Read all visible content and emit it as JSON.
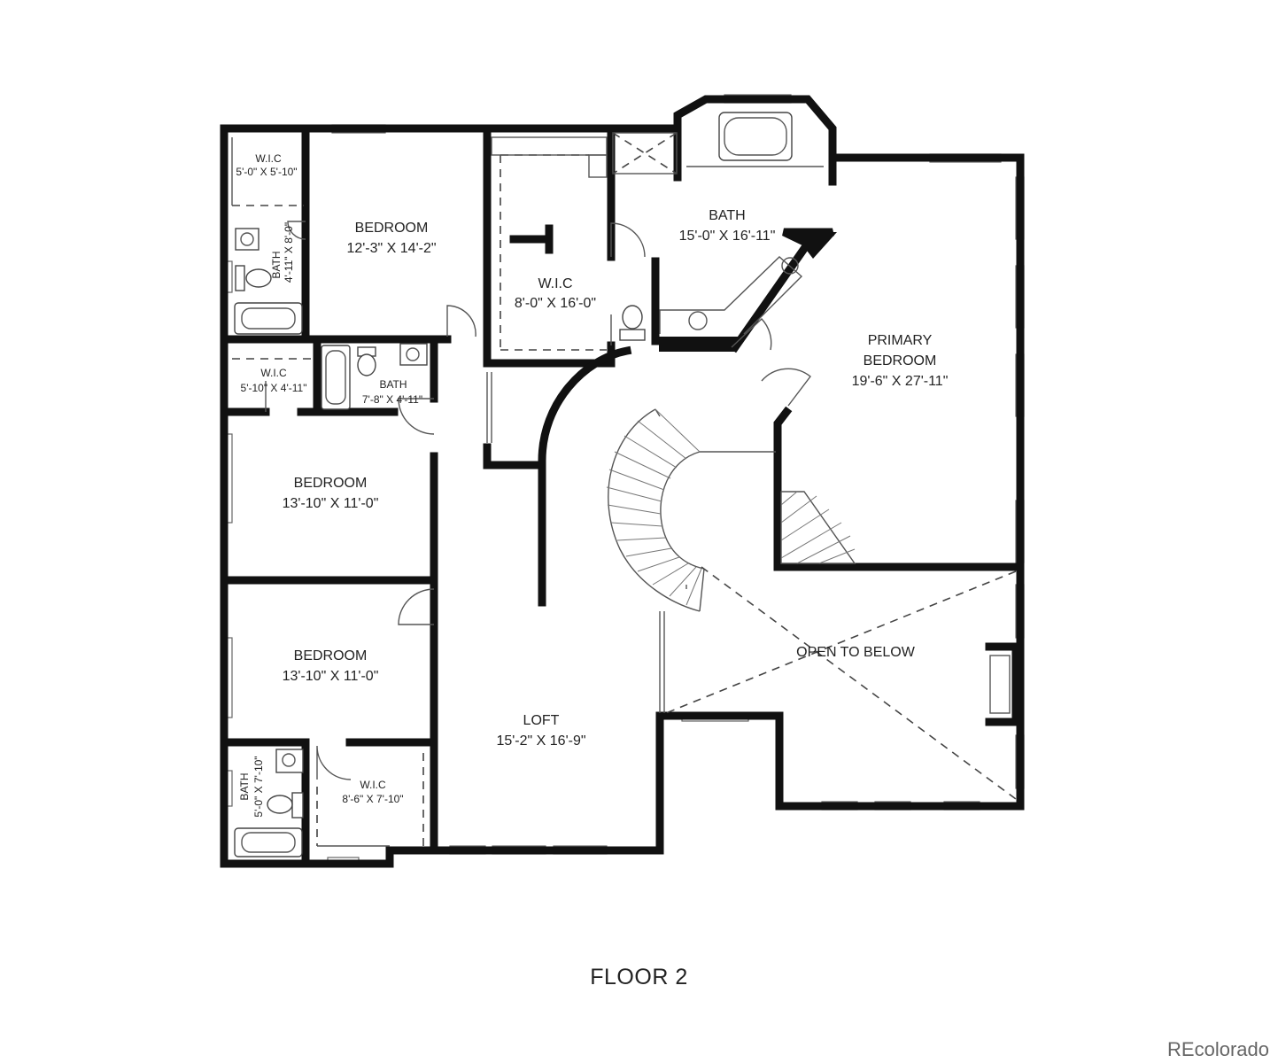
{
  "floor_label": "FLOOR 2",
  "watermark": "REcolorado",
  "rooms": {
    "bedroom_top": {
      "name": "BEDROOM",
      "size": "12'-3\" X 14'-2\""
    },
    "wic_top_left": {
      "name": "W.I.C",
      "size": "5'-0\" X 5'-10\""
    },
    "bath_top_left": {
      "name": "BATH",
      "size": "4'-11\" X 8'-0\""
    },
    "wic_center": {
      "name": "W.I.C",
      "size": "8'-0\" X 16'-0\""
    },
    "primary_bath": {
      "name": "BATH",
      "size": "15'-0\" X 16'-11\""
    },
    "primary_bedroom": {
      "name": "PRIMARY",
      "name2": "BEDROOM",
      "size": "19'-6\" X 27'-11\""
    },
    "wic_mid_left": {
      "name": "W.I.C",
      "size": "5'-10\" X 4'-11\""
    },
    "bath_mid": {
      "name": "BATH",
      "size": "7'-8\" X 4'-11\""
    },
    "bedroom_mid": {
      "name": "BEDROOM",
      "size": "13'-10\" X 11'-0\""
    },
    "bedroom_low": {
      "name": "BEDROOM",
      "size": "13'-10\" X 11'-0\""
    },
    "bath_low": {
      "name": "BATH",
      "size": "5'-0\" X 7'-10\""
    },
    "wic_low": {
      "name": "W.I.C",
      "size": "8'-6\" X 7'-10\""
    },
    "loft": {
      "name": "LOFT",
      "size": "15'-2\" X 16'-9\""
    },
    "open_below": {
      "name": "OPEN TO BELOW"
    }
  },
  "colors": {
    "wall": "#111111",
    "background": "#ffffff",
    "text": "#222222"
  }
}
